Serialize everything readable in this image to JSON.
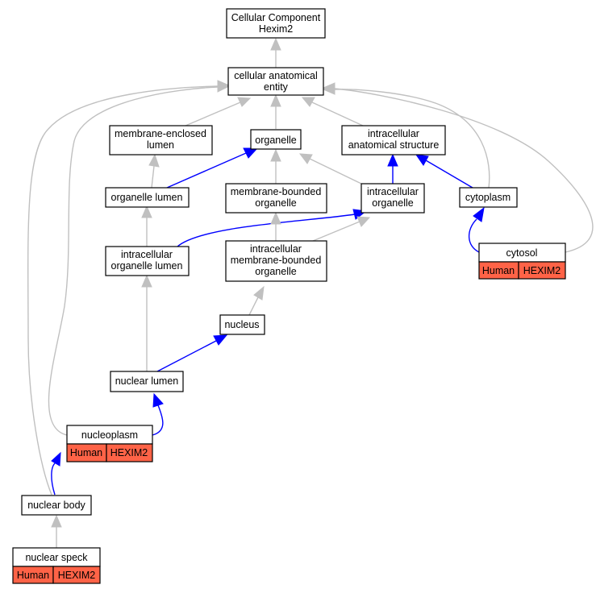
{
  "colors": {
    "is_a_edge": "#c0c0c0",
    "part_of_edge": "#0000ff",
    "annotation_tag": "#ff6347",
    "node_border": "#000000"
  },
  "nodes": {
    "root": {
      "line1": "Cellular Component",
      "line2": "Hexim2"
    },
    "cellular_anatomical_entity": {
      "line1": "cellular anatomical",
      "line2": "entity"
    },
    "membrane_enclosed_lumen": {
      "line1": "membrane-enclosed",
      "line2": "lumen"
    },
    "organelle": {
      "line1": "organelle"
    },
    "intracellular_anatomical_structure": {
      "line1": "intracellular",
      "line2": "anatomical structure"
    },
    "organelle_lumen": {
      "line1": "organelle lumen"
    },
    "membrane_bounded_organelle": {
      "line1": "membrane-bounded",
      "line2": "organelle"
    },
    "intracellular_organelle": {
      "line1": "intracellular",
      "line2": "organelle"
    },
    "cytoplasm": {
      "line1": "cytoplasm"
    },
    "intracellular_organelle_lumen": {
      "line1": "intracellular",
      "line2": "organelle lumen"
    },
    "intracellular_membrane_bounded_organelle": {
      "line1": "intracellular",
      "line2": "membrane-bounded",
      "line3": "organelle"
    },
    "cytosol": {
      "line1": "cytosol",
      "species": "Human",
      "gene": "HEXIM2"
    },
    "nucleus": {
      "line1": "nucleus"
    },
    "nuclear_lumen": {
      "line1": "nuclear lumen"
    },
    "nucleoplasm": {
      "line1": "nucleoplasm",
      "species": "Human",
      "gene": "HEXIM2"
    },
    "nuclear_body": {
      "line1": "nuclear body"
    },
    "nuclear_speck": {
      "line1": "nuclear speck",
      "species": "Human",
      "gene": "HEXIM2"
    }
  },
  "edges": [
    {
      "from": "cellular_anatomical_entity",
      "to": "root",
      "relation": "is_a"
    },
    {
      "from": "membrane_enclosed_lumen",
      "to": "cellular_anatomical_entity",
      "relation": "is_a"
    },
    {
      "from": "organelle",
      "to": "cellular_anatomical_entity",
      "relation": "is_a"
    },
    {
      "from": "intracellular_anatomical_structure",
      "to": "cellular_anatomical_entity",
      "relation": "is_a"
    },
    {
      "from": "organelle_lumen",
      "to": "membrane_enclosed_lumen",
      "relation": "is_a"
    },
    {
      "from": "organelle_lumen",
      "to": "organelle",
      "relation": "part_of"
    },
    {
      "from": "membrane_bounded_organelle",
      "to": "organelle",
      "relation": "is_a"
    },
    {
      "from": "intracellular_organelle",
      "to": "organelle",
      "relation": "is_a"
    },
    {
      "from": "intracellular_organelle",
      "to": "intracellular_anatomical_structure",
      "relation": "part_of"
    },
    {
      "from": "cytoplasm",
      "to": "intracellular_anatomical_structure",
      "relation": "part_of"
    },
    {
      "from": "cytoplasm",
      "to": "cellular_anatomical_entity",
      "relation": "is_a"
    },
    {
      "from": "intracellular_organelle_lumen",
      "to": "organelle_lumen",
      "relation": "is_a"
    },
    {
      "from": "intracellular_organelle_lumen",
      "to": "intracellular_organelle",
      "relation": "part_of"
    },
    {
      "from": "intracellular_membrane_bounded_organelle",
      "to": "membrane_bounded_organelle",
      "relation": "is_a"
    },
    {
      "from": "intracellular_membrane_bounded_organelle",
      "to": "intracellular_organelle",
      "relation": "is_a"
    },
    {
      "from": "cytosol",
      "to": "cytoplasm",
      "relation": "part_of"
    },
    {
      "from": "cytosol",
      "to": "cellular_anatomical_entity",
      "relation": "is_a"
    },
    {
      "from": "nucleus",
      "to": "intracellular_membrane_bounded_organelle",
      "relation": "is_a"
    },
    {
      "from": "nuclear_lumen",
      "to": "intracellular_organelle_lumen",
      "relation": "is_a"
    },
    {
      "from": "nuclear_lumen",
      "to": "nucleus",
      "relation": "part_of"
    },
    {
      "from": "nucleoplasm",
      "to": "nuclear_lumen",
      "relation": "part_of"
    },
    {
      "from": "nucleoplasm",
      "to": "cellular_anatomical_entity",
      "relation": "is_a"
    },
    {
      "from": "nuclear_body",
      "to": "nucleoplasm",
      "relation": "part_of"
    },
    {
      "from": "nuclear_body",
      "to": "cellular_anatomical_entity",
      "relation": "is_a"
    },
    {
      "from": "nuclear_speck",
      "to": "nuclear_body",
      "relation": "is_a"
    }
  ]
}
